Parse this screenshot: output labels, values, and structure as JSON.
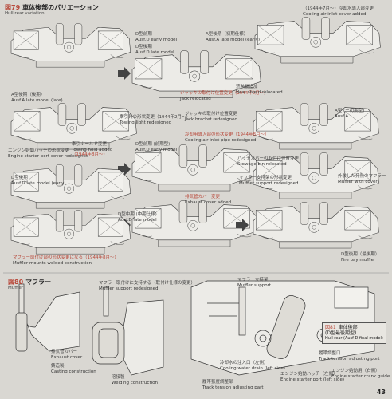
{
  "fig79": {
    "number": "図79",
    "title": "車体後部のバリエーション",
    "subtitle": "Hull rear variation"
  },
  "fig80": {
    "number": "図80",
    "title": "マフラー",
    "subtitle": "Muffler"
  },
  "fig81": {
    "number": "図81",
    "title": "車体後部",
    "title2": "(D型最後期型)",
    "subtitle": "Hull rear (Ausf D final model)"
  },
  "labels": {
    "ausf_d_early_jp": "D型前期",
    "ausf_d_early_en": "Ausf.D early model",
    "ausf_d_late_jp": "D型後期",
    "ausf_d_late_en": "Ausf.D late model",
    "ausf_a_early_jp": "A型後期（初期仕様）",
    "ausf_a_early_en": "Ausf.A late model (early)",
    "ausf_a_late_jp": "A型後期（後期）",
    "ausf_a_late_en": "Ausf.A late model (late)",
    "ausf_a_jp": "A型 (ー初期型)",
    "ausf_a_en": "Ausf.A",
    "intake_jp": "（1944年7月〜）冷却水導入部変更",
    "intake_en": "Cooling air inlet cover added",
    "jack_jp": "ジャッキの取付け位置変更（1944年2月〜）",
    "jack_en": "Jack relocated",
    "heat_jp": "遮熱板追加",
    "heat_en": "Heat shield relocated",
    "jack2_jp": "ジャッキの取付け位置変更",
    "jack2_en": "Jack bracket redesigned",
    "towing_jp": "牽引具の形状変更（1944年2月〜）",
    "towing_en": "Towing light redesigned",
    "cooling_jp": "冷却用導入部の形状変更（1944年8月〜）",
    "cooling_en": "Cooling air inlet pipe redesigned",
    "engine_jp": "エンジン始動ハッチの形状変更",
    "engine_en": "Engine starter port cover redesigned",
    "towing_hook_jp": "牽引ホールド変更",
    "towing_hook_en": "Towing hold added",
    "towing_hook_date": "（1944年8月〜）",
    "stowage_jp": "ハッチカバーの取付け位置変更",
    "stowage_en": "Stowage bin relocated",
    "muffler_support_jp": "マフラー支持架の形状変更",
    "muffler_support_en": "Muffler support redesigned",
    "outer_muffler_jp": "外装した発熱のマフラー",
    "outer_muffler_en": "Muffler with cover",
    "exhaust_jp": "排気管カバー変更",
    "exhaust_en": "Exhaust cover added",
    "ausf_d_early2_jp": "D型前期 (前期型)",
    "ausf_d_early2_en": "Ausf.D early model",
    "ausf_d_late2_jp": "D型後期",
    "ausf_d_late2_en": "Ausf.D late model (early)",
    "construction_jp": "マフラー取付け部の形状変更になる（1944年8月〜）",
    "construction_en": "Muffler mounts welded construction",
    "ausf_d_mid_jp": "D型中期 (中期仕様)",
    "ausf_d_mid_en": "Ausf.D late model",
    "final_jp": "D型後期（最後期）",
    "final_en": "Fire bay muffler",
    "muffler_support2_jp": "マフラー取付けに支持する（取付け仕様の変更）",
    "muffler_support2_en": "Muffler support redesigned",
    "muffler_support3_jp": "マフラー支持架",
    "muffler_support3_en": "Muffler support",
    "exhaust_cover_jp": "排気管カバー",
    "exhaust_cover_en": "Exhaust cover",
    "casting_jp": "鋳造製",
    "casting_en": "Casting construction",
    "welding_jp": "溶接製",
    "welding_en": "Welding construction",
    "cooling_water_jp": "冷却水の注入口（左側）",
    "cooling_water_en": "Cooling water drain (left side)",
    "track_tension_jp": "履帯張度調整部",
    "track_tension_en": "Track tension adjusting part",
    "engine_starter_jp": "エンジン始動ハッチ（左側）",
    "engine_starter_en": "Engine starter port (left side)",
    "engine_starter2_jp": "エンジン始動用（右側）",
    "engine_starter2_en": "Engine starter crank guide",
    "track_tension2_jp": "履帯調整口",
    "track_tension2_en": "Track tension adjusting port"
  },
  "page_number": "43"
}
